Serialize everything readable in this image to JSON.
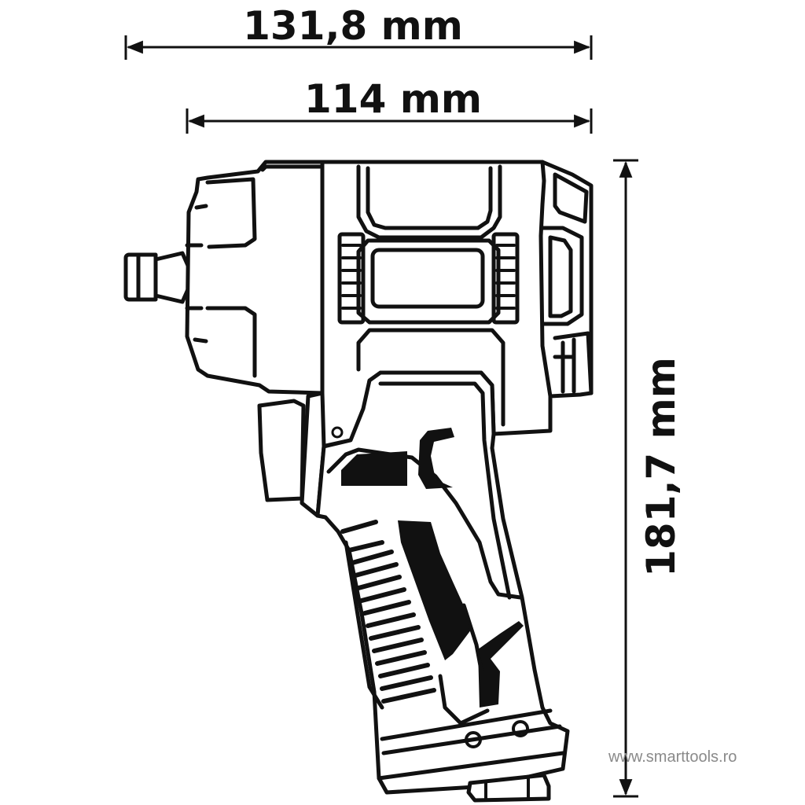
{
  "dimensions": {
    "overall_length": "131,8 mm",
    "head_length": "114 mm",
    "height": "181,7 mm"
  },
  "watermark": "www.smarttools.ro",
  "colors": {
    "line": "#111111",
    "background": "#ffffff",
    "watermark": "#8a8a8a"
  },
  "icons": [
    "impact-wrench-drawing"
  ]
}
